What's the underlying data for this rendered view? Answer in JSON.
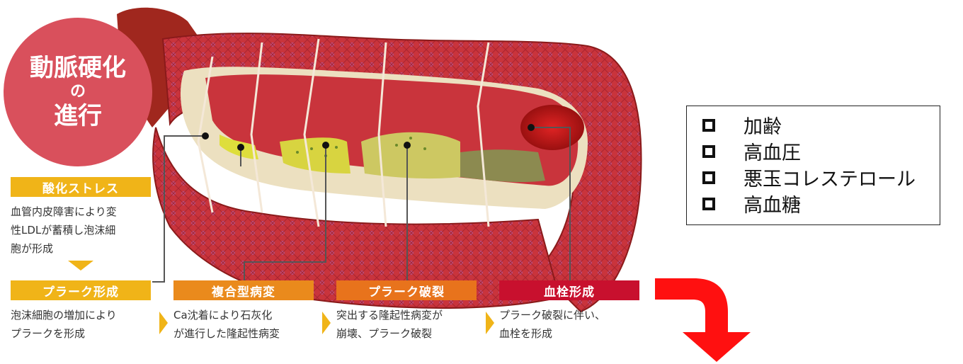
{
  "title": {
    "line1": "動脈硬化",
    "line2": "の",
    "line3": "進行"
  },
  "stages": [
    {
      "label": "酸化ストレス",
      "description": "血管内皮障害により変\n性LDLが蓄積し泡沫細\n胞が形成",
      "color": "#f0b418"
    },
    {
      "label": "プラーク形成",
      "description": "泡沫細胞の増加により\nプラークを形成",
      "color": "#f0b418"
    },
    {
      "label": "複合型病変",
      "description": "Ca沈着により石灰化\nが進行した隆起性病変",
      "color": "#ea8a1c"
    },
    {
      "label": "プラーク破裂",
      "description": "突出する隆起性病変が\n崩壊、プラーク破裂",
      "color": "#e8731c"
    },
    {
      "label": "血栓形成",
      "description": "プラーク破裂に伴い、\n血栓を形成",
      "color": "#c8102e"
    }
  ],
  "risk_factors": {
    "icon": "checkbox-icon",
    "items": [
      "加齢",
      "高血圧",
      "悪玉コレステロール",
      "高血糖"
    ]
  },
  "arrow": {
    "icon": "down-turn-arrow-icon",
    "color": "#ff0000"
  }
}
